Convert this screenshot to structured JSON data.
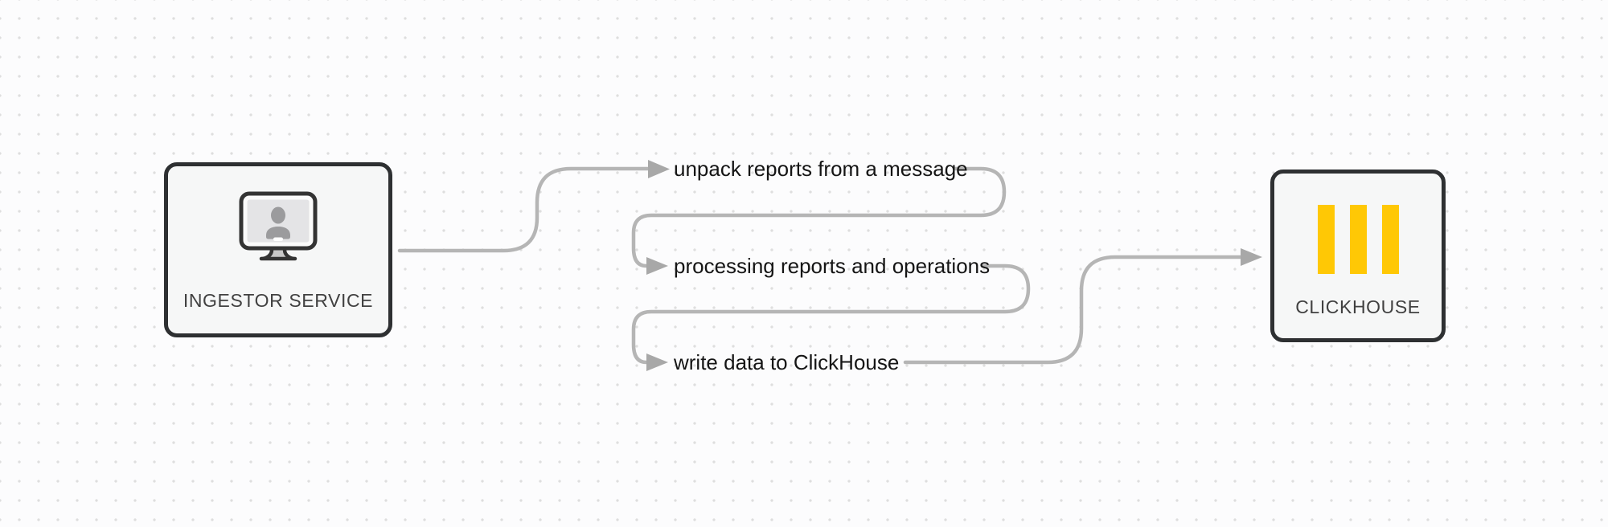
{
  "diagram": {
    "nodes": {
      "ingestor": {
        "label": "INGESTOR SERVICE",
        "icon": "monitor-user-icon"
      },
      "clickhouse": {
        "label": "CLICKHOUSE",
        "icon": "clickhouse-bars-icon"
      }
    },
    "steps": [
      {
        "label": "unpack reports from a message"
      },
      {
        "label": "processing reports and operations"
      },
      {
        "label": "write data to ClickHouse"
      }
    ]
  },
  "colors": {
    "edge": "#b5b5b5",
    "arrowhead": "#a8a8a8",
    "node_border": "#2e3032",
    "node_fill": "#f6f7f7",
    "node_label": "#414141",
    "step_label": "#151515",
    "clickhouse_yellow": "#ffc805",
    "canvas_bg": "#fcfcfd",
    "dot": "#dedede"
  }
}
